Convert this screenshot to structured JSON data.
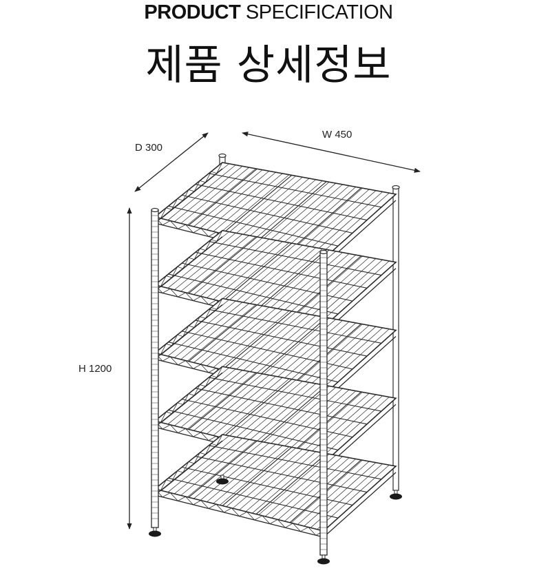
{
  "header": {
    "title_en_bold": "PRODUCT",
    "title_en_light": "SPECIFICATION",
    "title_ko": "제품 상세정보"
  },
  "dimensions": {
    "depth_label": "D 300",
    "width_label": "W 450",
    "height_label": "H 1200"
  },
  "product": {
    "shelf_count": 5
  },
  "colors": {
    "line": "#2a2a2a",
    "background": "#ffffff"
  }
}
